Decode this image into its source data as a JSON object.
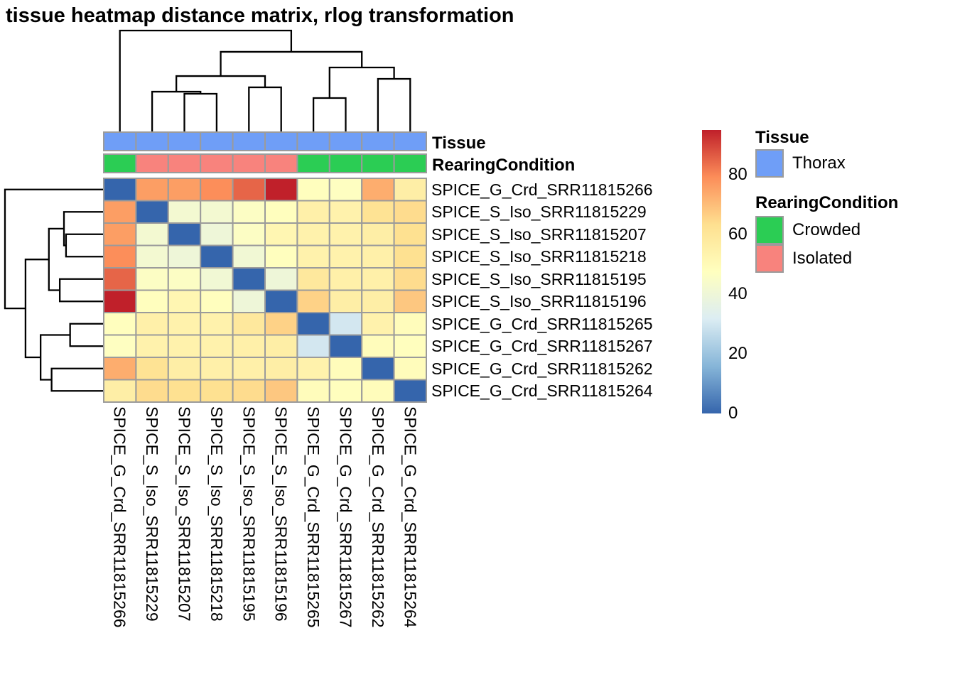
{
  "title": "tissue heatmap distance matrix, rlog transformation",
  "chart_data": {
    "type": "heatmap",
    "title": "tissue heatmap distance matrix, rlog transformation",
    "transformation": "rlog",
    "samples": [
      "SPICE_G_Crd_SRR11815266",
      "SPICE_S_Iso_SRR11815229",
      "SPICE_S_Iso_SRR11815207",
      "SPICE_S_Iso_SRR11815218",
      "SPICE_S_Iso_SRR11815195",
      "SPICE_S_Iso_SRR11815196",
      "SPICE_G_Crd_SRR11815265",
      "SPICE_G_Crd_SRR11815267",
      "SPICE_G_Crd_SRR11815262",
      "SPICE_G_Crd_SRR11815264"
    ],
    "row_labels_same_as_columns": true,
    "matrix": [
      [
        0,
        76,
        76,
        79,
        85,
        95,
        48,
        47,
        73,
        56
      ],
      [
        76,
        0,
        42,
        42,
        46,
        48,
        55,
        54,
        62,
        64
      ],
      [
        76,
        42,
        0,
        40,
        46,
        52,
        54,
        54,
        56,
        63
      ],
      [
        79,
        42,
        40,
        0,
        41,
        48,
        54,
        54,
        55,
        63
      ],
      [
        85,
        46,
        46,
        41,
        0,
        40,
        59,
        55,
        55,
        64
      ],
      [
        95,
        48,
        52,
        48,
        40,
        0,
        66,
        56,
        56,
        68
      ],
      [
        48,
        55,
        54,
        54,
        59,
        66,
        0,
        30,
        54,
        49
      ],
      [
        47,
        54,
        54,
        54,
        55,
        56,
        30,
        0,
        49,
        48
      ],
      [
        73,
        62,
        56,
        55,
        55,
        56,
        54,
        49,
        0,
        49
      ],
      [
        56,
        64,
        63,
        63,
        64,
        68,
        49,
        48,
        49,
        0
      ]
    ],
    "scale": {
      "min": 0,
      "max": 95,
      "ticks": [
        0,
        20,
        40,
        60,
        80
      ],
      "colormap": [
        [
          0,
          "#3565ac"
        ],
        [
          15.8,
          "#86b5d8"
        ],
        [
          31.7,
          "#dcedf3"
        ],
        [
          47.5,
          "#ffffbf"
        ],
        [
          63.3,
          "#fee090"
        ],
        [
          79.2,
          "#fc8d59"
        ],
        [
          95,
          "#c0202a"
        ]
      ]
    },
    "annotations": {
      "tracks": [
        {
          "name": "Tissue",
          "values": [
            "Thorax",
            "Thorax",
            "Thorax",
            "Thorax",
            "Thorax",
            "Thorax",
            "Thorax",
            "Thorax",
            "Thorax",
            "Thorax"
          ],
          "colors": {
            "Thorax": "#6f9ef7"
          }
        },
        {
          "name": "RearingCondition",
          "values": [
            "Crowded",
            "Isolated",
            "Isolated",
            "Isolated",
            "Isolated",
            "Isolated",
            "Crowded",
            "Crowded",
            "Crowded",
            "Crowded"
          ],
          "colors": {
            "Crowded": "#2bcd54",
            "Isolated": "#f8837d"
          }
        }
      ]
    },
    "dendrogram": {
      "note": "identical clustering applied to rows and columns; h = relative merge height 0-1",
      "merges": [
        {
          "id": "M0",
          "a": "L2",
          "b": "L3",
          "h": 0.373
        },
        {
          "id": "M1",
          "a": "L1",
          "b": "M0",
          "h": 0.394
        },
        {
          "id": "M2",
          "a": "L4",
          "b": "L5",
          "h": 0.437
        },
        {
          "id": "M3",
          "a": "M1",
          "b": "M2",
          "h": 0.549
        },
        {
          "id": "M4",
          "a": "L6",
          "b": "L7",
          "h": 0.331
        },
        {
          "id": "M5",
          "a": "L8",
          "b": "L9",
          "h": 0.521
        },
        {
          "id": "M6",
          "a": "M4",
          "b": "M5",
          "h": 0.634
        },
        {
          "id": "M7",
          "a": "M3",
          "b": "M6",
          "h": 0.789
        },
        {
          "id": "M8",
          "a": "L0",
          "b": "M7",
          "h": 1.0
        }
      ]
    }
  },
  "legend": {
    "tissue": {
      "title": "Tissue",
      "items": [
        {
          "label": "Thorax",
          "color": "#6f9ef7"
        }
      ]
    },
    "rearing": {
      "title": "RearingCondition",
      "items": [
        {
          "label": "Crowded",
          "color": "#2bcd54"
        },
        {
          "label": "Isolated",
          "color": "#f8837d"
        }
      ]
    }
  },
  "colors": {
    "grid": "#9b9b9b",
    "dendrogram": "#000000",
    "background": "#ffffff"
  }
}
